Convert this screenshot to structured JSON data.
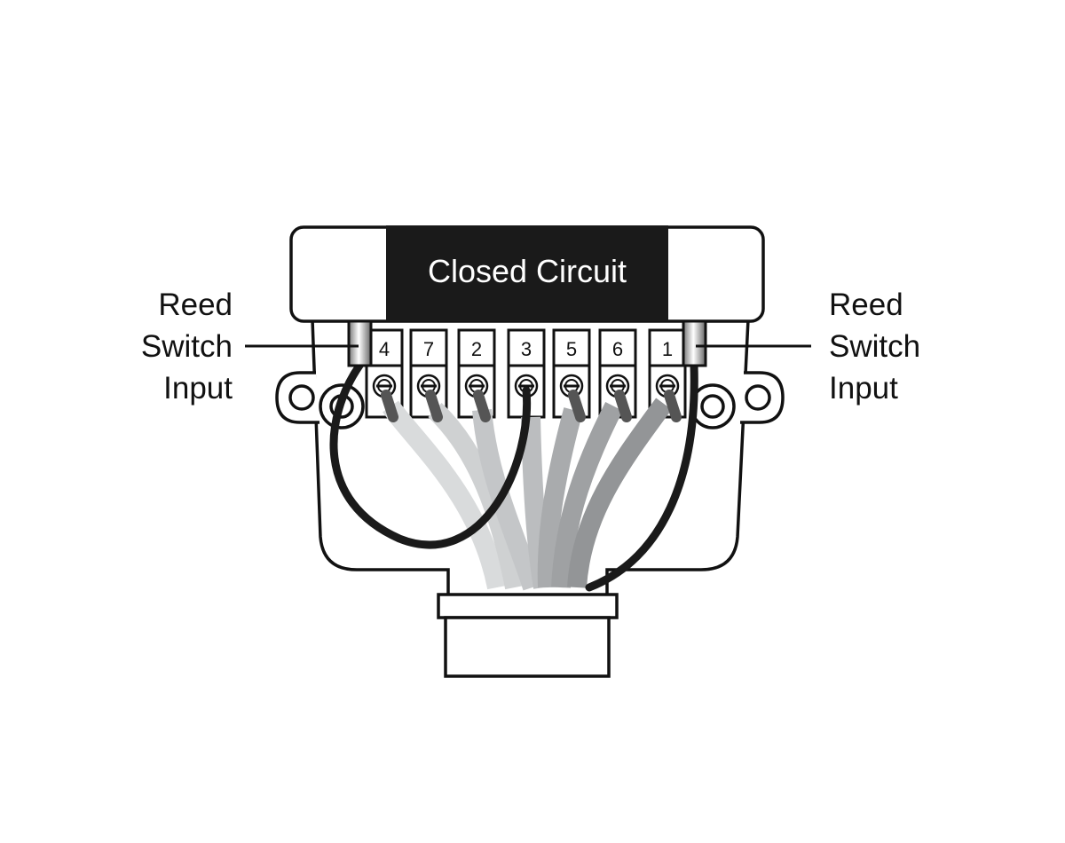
{
  "title": "Closed Circuit",
  "left_label": [
    "Reed",
    "Switch",
    "Input"
  ],
  "right_label": [
    "Reed",
    "Switch",
    "Input"
  ],
  "terminals": [
    "4",
    "7",
    "2",
    "3",
    "5",
    "6",
    "1"
  ],
  "colors": {
    "band": "#1a1a1a",
    "black_wire": "#1a1a1a",
    "wire_tip": "#555555",
    "wires": [
      "#d9dbdc",
      "#cfd1d2",
      "#c4c6c8",
      "#bbbdbf",
      "#a9abad",
      "#9fa1a3",
      "#939597"
    ]
  }
}
